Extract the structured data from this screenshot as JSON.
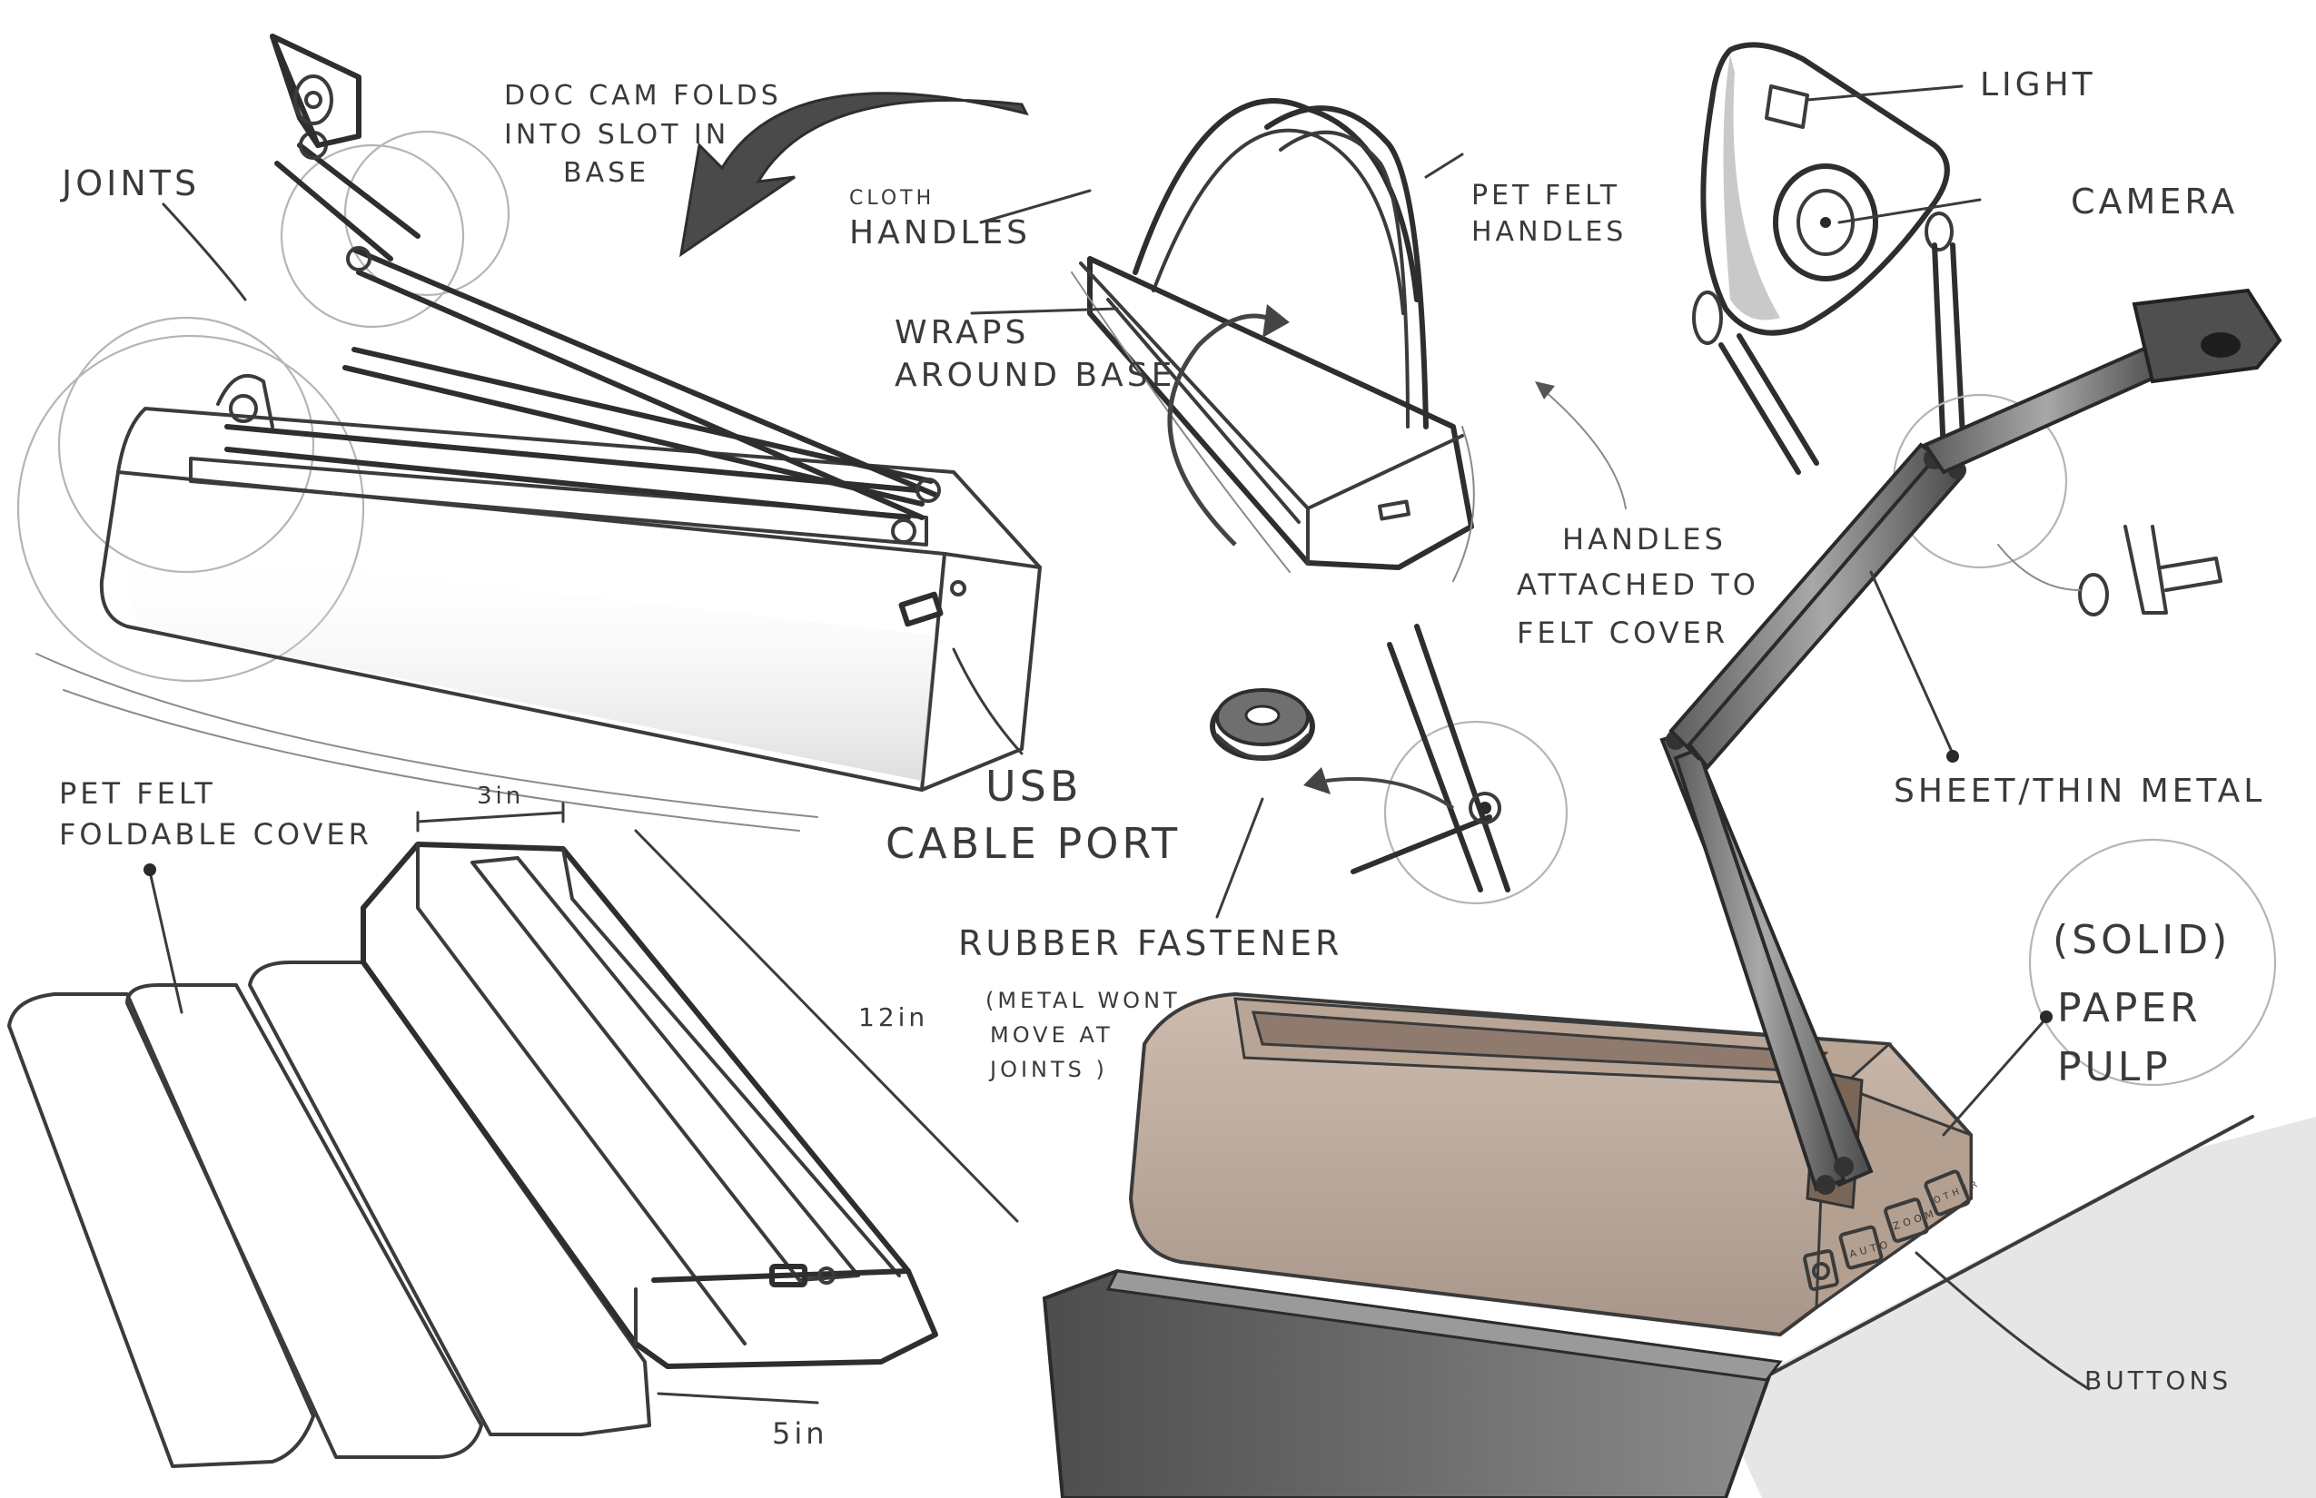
{
  "labels": {
    "joints": "JOINTS",
    "fold_l1": "DOC CAM FOLDS",
    "fold_l2": "INTO SLOT IN",
    "fold_l3": "BASE",
    "cloth_small": "CLOTH",
    "cloth_handles": "HANDLES",
    "petfelt_handles_l1": "PET FELT",
    "petfelt_handles_l2": "HANDLES",
    "wraps_l1": "WRAPS",
    "wraps_l2": "AROUND BASE",
    "light": "LIGHT",
    "camera": "CAMERA",
    "handles_attached_l1": "HANDLES",
    "handles_attached_l2": "ATTACHED TO",
    "handles_attached_l3": "FELT COVER",
    "usb_l1": "USB",
    "usb_l2": "CABLE PORT",
    "sheet_metal": "SHEET/THIN METAL",
    "cover_l1": "PET  FELT",
    "cover_l2": "FOLDABLE COVER",
    "dim_3in": "3in",
    "dim_12in": "12in",
    "dim_5in": "5in",
    "rubber_fastener": "RUBBER  FASTENER",
    "metal_note_l1": "(METAL WONT",
    "metal_note_l2": "MOVE AT",
    "metal_note_l3": "JOINTS )",
    "solid": "(SOLID)",
    "paper": "PAPER",
    "pulp": "PULP",
    "buttons": "BUTTONS",
    "btn_auto": "AUTO",
    "btn_zoom": "ZOOM",
    "btn_other": "OTHER"
  },
  "colors": {
    "pencil": "#3b3b3b",
    "pulp_base": "#c7b3a4",
    "pulp_shade": "#a38f80",
    "felt_pad": "#6e6e6e",
    "arm_metal": "#7d7d7d",
    "background": "#ffffff"
  },
  "icons": {
    "power_button": "power-icon",
    "fold_direction": "curved-arrow-icon",
    "wrap_direction": "curved-arrow-icon",
    "usb_port": "usb-port-icon"
  }
}
